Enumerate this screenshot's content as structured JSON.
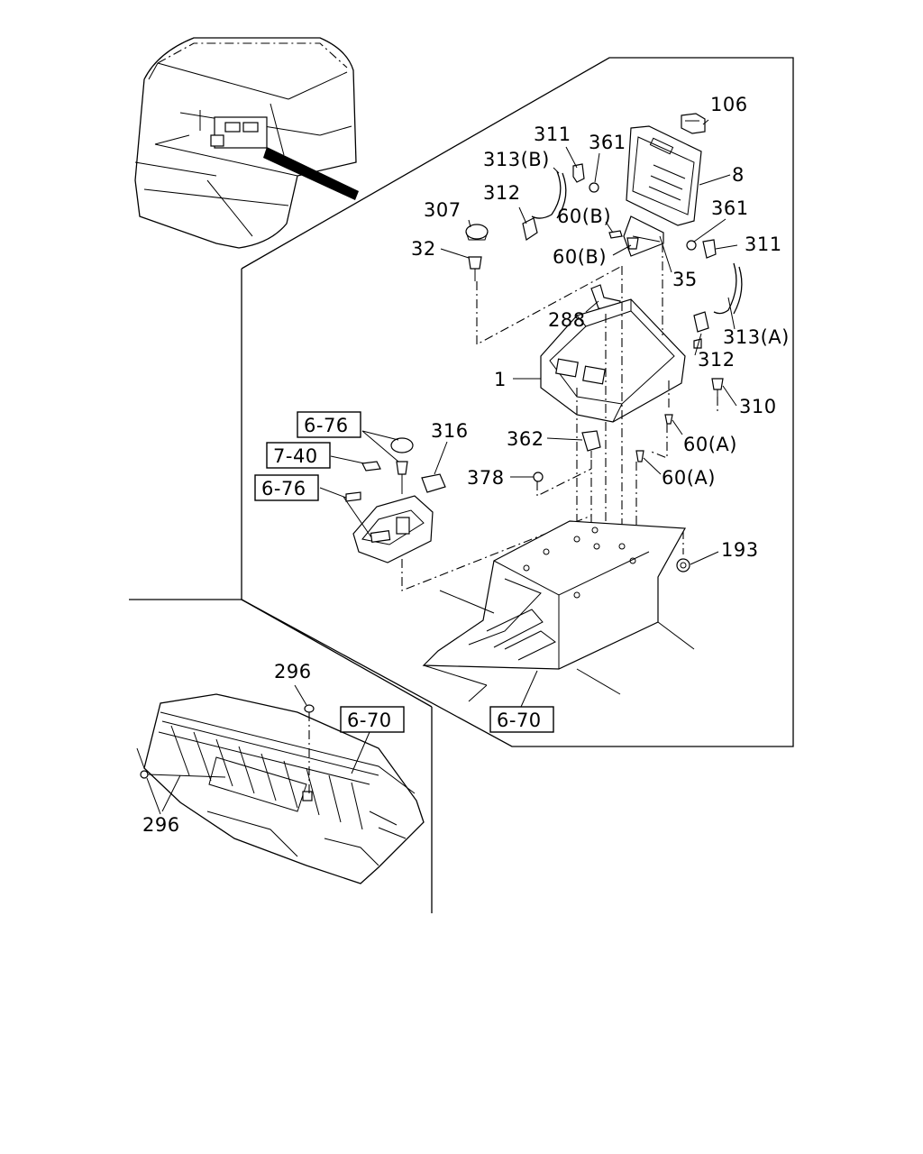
{
  "labels": {
    "l106": "106",
    "l311a": "311",
    "l361a": "361",
    "l8": "8",
    "l313b": "313(B)",
    "l312a": "312",
    "l60b1": "60(B)",
    "l361b": "361",
    "l307": "307",
    "l32": "32",
    "l60b2": "60(B)",
    "l311b": "311",
    "l35": "35",
    "l288": "288",
    "l313a": "313(A)",
    "l1": "1",
    "l312b": "312",
    "l310": "310",
    "l676a": "6-76",
    "l316": "316",
    "l362": "362",
    "l60a1": "60(A)",
    "l740": "7-40",
    "l378": "378",
    "l60a2": "60(A)",
    "l676b": "6-76",
    "l193": "193",
    "l670a": "6-70",
    "l296a": "296",
    "l670b": "6-70",
    "l296b": "296"
  }
}
